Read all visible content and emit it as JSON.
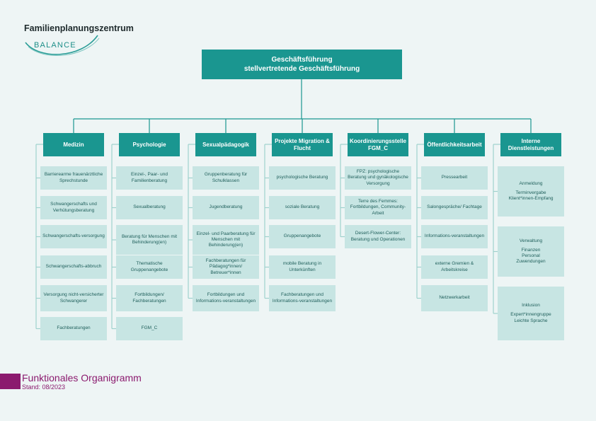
{
  "logo": {
    "title": "Familienplanungszentrum",
    "wordmark": "BALANCE"
  },
  "top": {
    "line1": "Geschäftsführung",
    "line2": "stellvertretende Geschäftsführung"
  },
  "departments": [
    {
      "title": "Medizin",
      "items": [
        "Barrierearme frauenärztliche Sprechstunde",
        "Schwangerschafts und Verhütungsberatung",
        "Schwangerschafts-versorgung",
        "Schwangerschafts-abbruch",
        "Versorgung nicht-versicherter Schwangerer",
        "Fachberatungen"
      ]
    },
    {
      "title": "Psychologie",
      "items": [
        "Einzel-, Paar- und Familienberatung",
        "Sexualberatung",
        "Beratung für Menschen mit Behinderung(en)",
        "Thematische Gruppenangebote",
        "Fortbildungen/ Fachberatungen",
        "FGM_C"
      ]
    },
    {
      "title": "Sexualpädagogik",
      "items": [
        "Gruppenberatung für Schulklassen",
        "Jugendberatung",
        "Einzel- und Paarberatung für Menschen mit Behinderung(en)",
        "Fachberatungen für Pädagog*innen/ Betreuer*innen",
        "Fortbildungen und Informations-veranstaltungen"
      ]
    },
    {
      "title": "Projekte Migration & Flucht",
      "items": [
        "psychologische Beratung",
        "soziale Beratung",
        "Gruppenangebote",
        "mobile Beratung in Unterkünften",
        "Fachberatungen und Informations-veranstaltungen"
      ]
    },
    {
      "title": "Koordinierungsstelle FGM_C",
      "items": [
        "FPZ: psychologische Beratung und gynäkologische Versorgung",
        "Terre des Femmes: Fortbildungen, Community-Arbeit",
        "Desert-Flower-Center: Beratung und Operationen"
      ]
    },
    {
      "title": "Öffentlichkeitsarbeit",
      "items": [
        "Pressearbeit",
        "Salongespräche/ Fachtage",
        "Informations-veranstaltungen",
        "externe Gremien & Arbeitskreise",
        "Netzwerkarbeit"
      ]
    },
    {
      "title": "Interne Dienstleistungen",
      "items": [
        {
          "title": "Anmeldung",
          "sub": [
            "Terminvergabe",
            "Klient*innen-Empfang"
          ]
        },
        {
          "title": "Verwaltung",
          "sub": [
            "Finanzen",
            "Personal",
            "Zuwendungen"
          ]
        },
        {
          "title": "Inklusion",
          "sub": [
            "Expert*innengruppe",
            "Leichte Sprache"
          ]
        }
      ]
    }
  ],
  "footer": {
    "title": "Funktionales Organigramm",
    "date": "Stand: 08/2023"
  },
  "colors": {
    "primary": "#1a9690",
    "light": "#c7e5e3",
    "connector": "#9fd1cd",
    "accent": "#8b1a6e"
  }
}
